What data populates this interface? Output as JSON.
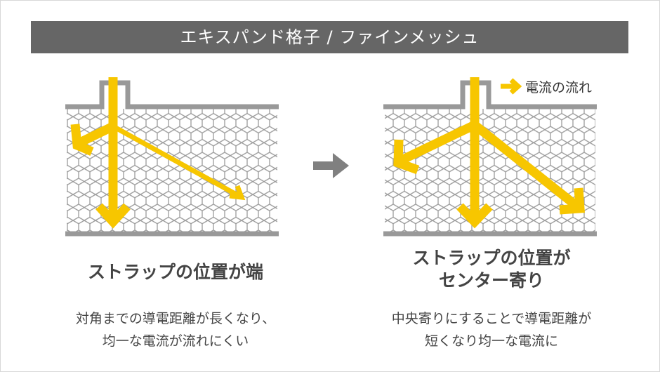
{
  "banner": {
    "title": "エキスパンド格子 / ファインメッシュ"
  },
  "legend": {
    "label": "電流の流れ"
  },
  "left": {
    "caption": [
      "ストラップの位置が端"
    ],
    "description": [
      "対角までの導電距離が長くなり、",
      "均一な電流が流れにくい"
    ]
  },
  "right": {
    "caption": [
      "ストラップの位置が",
      "センター寄り"
    ],
    "description": [
      "中央寄りにすることで導電距離が",
      "短くなり均一な電流に"
    ]
  },
  "colors": {
    "banner_bg": "#666666",
    "arrow_yellow": "#f7c600",
    "frame_gray": "#999999",
    "mesh_line": "#9a9a9a",
    "next_arrow": "#808080"
  },
  "icons": {
    "transition": "right-arrow-icon",
    "current": "right-arrow-icon"
  }
}
